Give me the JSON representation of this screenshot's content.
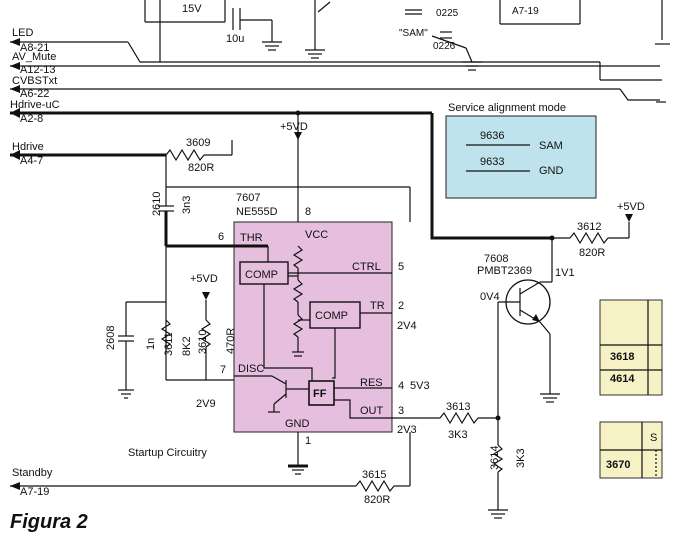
{
  "colors": {
    "ic_fill": "#e6bfdf",
    "sam_fill": "#bfe3ec",
    "side_fill": "#f6f2c6",
    "ink": "#111111"
  },
  "top": {
    "v15": "15V",
    "c10u": "10u",
    "ref0225": "0225",
    "ref0226": "0226",
    "sam_label": "\"SAM\"",
    "a719_top": "A7-19"
  },
  "signals": {
    "led": "LED",
    "led_conn": "A8-21",
    "av_mute": "AV_Mute",
    "av_mute_conn": "A12-13",
    "cvbs": "CVBSTxt",
    "cvbs_conn": "A6-22",
    "hdrive_uc": "Hdrive-uC",
    "hdrive_uc_conn": "A2-8",
    "hdrive": "Hdrive",
    "hdrive_conn": "A4-7",
    "standby": "Standby",
    "standby_conn": "A7-19"
  },
  "sam": {
    "title": "Service alignment mode",
    "r1_ref": "9636",
    "r1_net": "SAM",
    "r2_ref": "9633",
    "r2_net": "GND"
  },
  "ic": {
    "ref": "7607",
    "part": "NE555D",
    "pin_thr": "6",
    "label_thr": "THR",
    "pin_vcc": "8",
    "label_vcc": "VCC",
    "label_ctrl": "CTRL",
    "pin_ctrl": "5",
    "label_tr": "TR",
    "pin_tr": "2",
    "v_tr": "2V4",
    "label_disc": "DISC",
    "pin_disc": "7",
    "label_res": "RES",
    "pin_res": "4",
    "v_res": "5V3",
    "label_out": "OUT",
    "pin_out": "3",
    "v_out": "2V3",
    "label_gnd": "GND",
    "pin_gnd": "1",
    "comp1": "COMP",
    "comp2": "COMP",
    "ff": "FF"
  },
  "parts": {
    "vdd_top": "+5VD",
    "r3609": "3609",
    "r3609_val": "820R",
    "c2610": "2610",
    "c2610_val": "3n3",
    "vdd_left": "+5VD",
    "c2608": "2608",
    "c2608_val": "1n",
    "r3611": "3611",
    "r3611_val": "8K2",
    "r3610": "3610",
    "r3610_val": "470R",
    "v2v9": "2V9",
    "startup": "Startup Circuitry",
    "r3613": "3613",
    "r3613_val": "3K3",
    "r3614": "3614",
    "r3614_val": "3K3",
    "r3615": "3615",
    "r3615_val": "820R",
    "vdd_right": "+5VD",
    "r3612": "3612",
    "r3612_val": "820R",
    "q_ref": "7608",
    "q_part": "PMBT2369",
    "q_v1v1": "1V1",
    "q_v0v4": "0V4"
  },
  "side": {
    "r3618": "3618",
    "r4614": "4614",
    "s_letter": "S",
    "r3670": "3670"
  },
  "caption": "Figura 2"
}
